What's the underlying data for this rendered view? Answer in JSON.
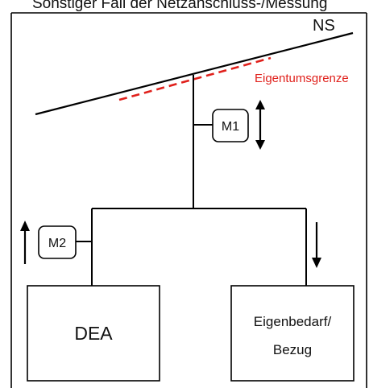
{
  "header": {
    "text": "Sonstiger Fall der Netzanschluss-/Messung"
  },
  "grid": {
    "label": "NS",
    "boundary_label": "Eigentumsgrenze",
    "boundary_color": "#e0201b"
  },
  "meters": {
    "m1_label": "M1",
    "m2_label": "M2"
  },
  "boxes": {
    "dea_label": "DEA",
    "eigenbedarf_line1": "Eigenbedarf/",
    "eigenbedarf_line2": "Bezug"
  },
  "colors": {
    "line": "#000000",
    "background": "#ffffff"
  }
}
